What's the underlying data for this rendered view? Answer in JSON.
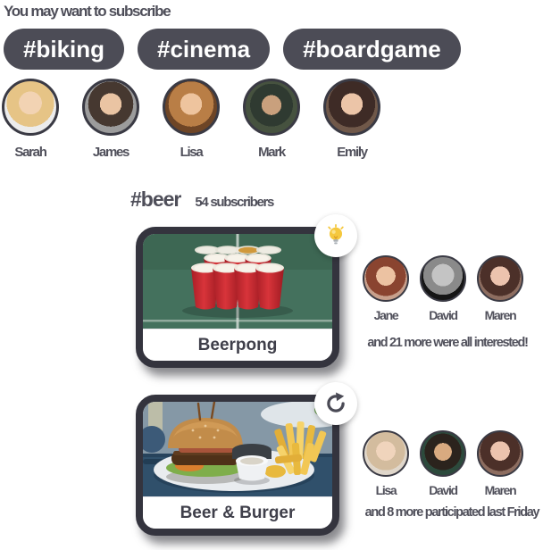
{
  "colors": {
    "text": "#4e4e59",
    "pill_bg": "#4c4c56",
    "pill_text": "#ffffff",
    "card_frame": "#34343e",
    "caption_text": "#3f3f4a",
    "badge_bg": "#ffffff",
    "bulb_yellow": "#f5c83e",
    "refresh_gray": "#4a4a55"
  },
  "header": {
    "title": "You may want to subscribe"
  },
  "tags": {
    "items": [
      {
        "label": "#biking"
      },
      {
        "label": "#cinema"
      },
      {
        "label": "#boardgame"
      }
    ]
  },
  "suggested_people": {
    "items": [
      {
        "name": "Sarah",
        "avatar_style": "background: radial-gradient(circle at 50% 42%, #f2d3b3 0 29%, #e6c486 29% 60%, #ececec 60%);"
      },
      {
        "name": "James",
        "avatar_style": "background: radial-gradient(circle at 50% 44%, #eac4a3 0 28%, #463830 28% 58%, #9c9c9c 58%);"
      },
      {
        "name": "Lisa",
        "avatar_style": "background: radial-gradient(circle at 50% 44%, #eec49e 0 28%, #b97e46 28% 58%, #6e4526 58%);"
      },
      {
        "name": "Mark",
        "avatar_style": "background: radial-gradient(circle at 50% 46%, #c9a07d 0 26%, #2f3a31 26% 56%, #46523f 56%);"
      },
      {
        "name": "Emily",
        "avatar_style": "background: radial-gradient(circle at 50% 44%, #ecc5a8 0 28%, #3e2b26 28% 60%, #705849 60%);"
      }
    ]
  },
  "section": {
    "hashtag": "#beer",
    "subscribers_label": "54 subscribers"
  },
  "cards": [
    {
      "title": "Beerpong",
      "badge_icon": "lightbulb-icon",
      "people": [
        {
          "name": "Jane",
          "avatar_style": "background: radial-gradient(circle at 50% 44%, #ecc2a2 0 30%, #8a4430 30% 62%, #c8a08c 62%);"
        },
        {
          "name": "David",
          "avatar_style": "background: radial-gradient(circle at 50% 42%, #c4c4c4 0 34%, #8a8a8a 34% 60%, #151515 60%);"
        },
        {
          "name": "Maren",
          "avatar_style": "background: radial-gradient(circle at 50% 44%, #ecc3ae 0 30%, #4c3029 30% 62%, #8d6d60 62%);"
        }
      ],
      "note": "and 21 more were all interested!"
    },
    {
      "title": "Beer & Burger",
      "badge_icon": "refresh-icon",
      "people": [
        {
          "name": "Lisa",
          "avatar_style": "background: radial-gradient(circle at 50% 44%, #f0d4bc 0 30%, #d3bc9e 30% 60%, #e0d7cb 60%);"
        },
        {
          "name": "David",
          "avatar_style": "background: radial-gradient(circle at 50% 46%, #d9aa80 0 28%, #2b231d 28% 58%, #2c4a3c 58%);"
        },
        {
          "name": "Maren",
          "avatar_style": "background: radial-gradient(circle at 50% 44%, #ecc3ae 0 30%, #4c3029 30% 62%, #8d6d60 62%);"
        }
      ],
      "note": "and 8 more participated last Friday"
    }
  ]
}
